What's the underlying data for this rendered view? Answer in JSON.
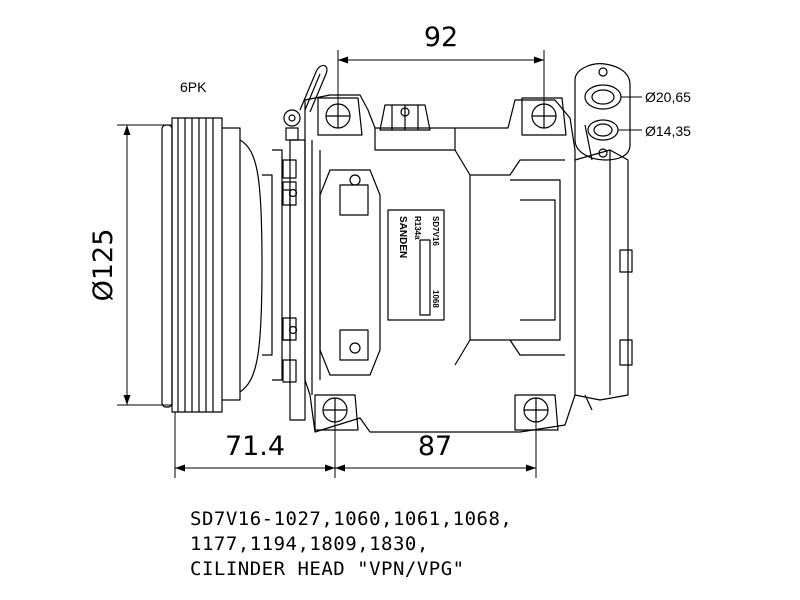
{
  "dimensions": {
    "top_width": "92",
    "diameter": "Ø125",
    "left_offset": "71.4",
    "bottom_width": "87",
    "pulley_type": "6PK",
    "port_large": "Ø20,65",
    "port_small": "Ø14,35"
  },
  "nameplate": {
    "model": "SD7V16",
    "refrigerant": "R134a",
    "serial": "1068",
    "brand": "SANDEN"
  },
  "caption": {
    "line1": "SD7V16-1027,1060,1061,1068,",
    "line2": "1177,1194,1809,1830,",
    "line3": "CILINDER HEAD \"VPN/VPG\""
  }
}
